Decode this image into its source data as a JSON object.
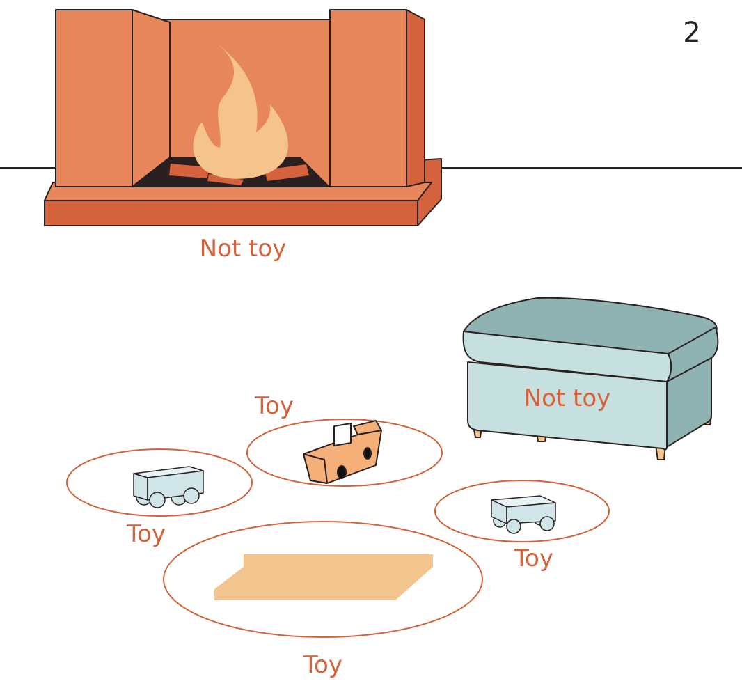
{
  "page_number": "2",
  "labels": {
    "fireplace": "Not toy",
    "ottoman": "Not toy",
    "truck": "Toy",
    "wagon_left": "Toy",
    "wagon_right": "Toy",
    "board": "Toy"
  },
  "colors": {
    "label_text": "#d4623a",
    "circle_stroke": "#d0643c",
    "brick": "#e6865a",
    "brick_dark": "#d4623c",
    "flame": "#f5c48c",
    "firebox": "#2a2020",
    "ottoman_top": "#8fb3b3",
    "ottoman_body": "#c6dfdf",
    "wagon": "#cfe5e8",
    "truck": "#f5b07a",
    "board": "#f2c48e",
    "legs": "#f3c48e"
  },
  "icons": {
    "fireplace": "fireplace-icon",
    "flame": "flame-icon",
    "ottoman": "ottoman-icon",
    "truck": "toy-truck-icon",
    "wagon": "toy-wagon-icon",
    "board": "wooden-board-icon"
  }
}
